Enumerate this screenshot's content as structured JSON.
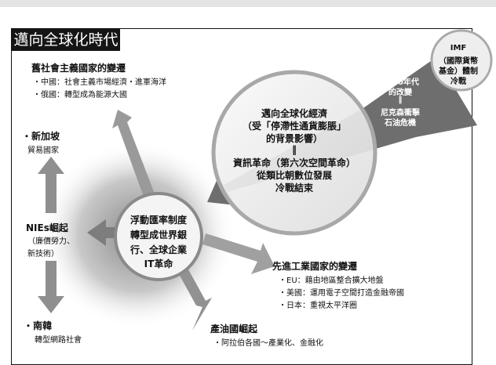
{
  "title": "邁向全球化時代",
  "imf": [
    "IMF",
    "（國際貨幣",
    "基金）體制",
    "冷戰"
  ],
  "shift": [
    "1970年代",
    "的改變",
    "‖",
    "尼克森衝擊",
    "石油危機"
  ],
  "center": [
    "邁向全球化經濟",
    "（受「停滯性通貨膨脹」",
    "的背景影響）",
    "‖",
    "資訊革命（第六次空間革命）",
    "從類比朝數位發展",
    "冷戰結束"
  ],
  "hub": [
    "浮動匯率制度",
    "轉型成世界銀",
    "行、全球企業",
    "IT革命"
  ],
  "socialist": {
    "heading": "舊社會主義國家的變遷",
    "items": [
      "・中國：社會主義市場經濟・進軍海洋",
      "・俄國：轉型成為能源大國"
    ]
  },
  "singapore": {
    "heading": "・新加坡",
    "sub": "貿易國家"
  },
  "nies": {
    "heading": "NIEs崛起",
    "lines": [
      "（廉價勞力、",
      "新技術）"
    ]
  },
  "korea": {
    "heading": "・南韓",
    "sub": "轉型網路社會"
  },
  "advanced": {
    "heading": "先進工業國家的變遷",
    "items": [
      "・EU：藉由地區整合擴大地盤",
      "・美國：運用電子空間打造金融帝國",
      "・日本：重視太平洋圈"
    ]
  },
  "oil": {
    "heading": "產油國崛起",
    "items": [
      "・阿拉伯各國～產業化、金融化"
    ]
  }
}
